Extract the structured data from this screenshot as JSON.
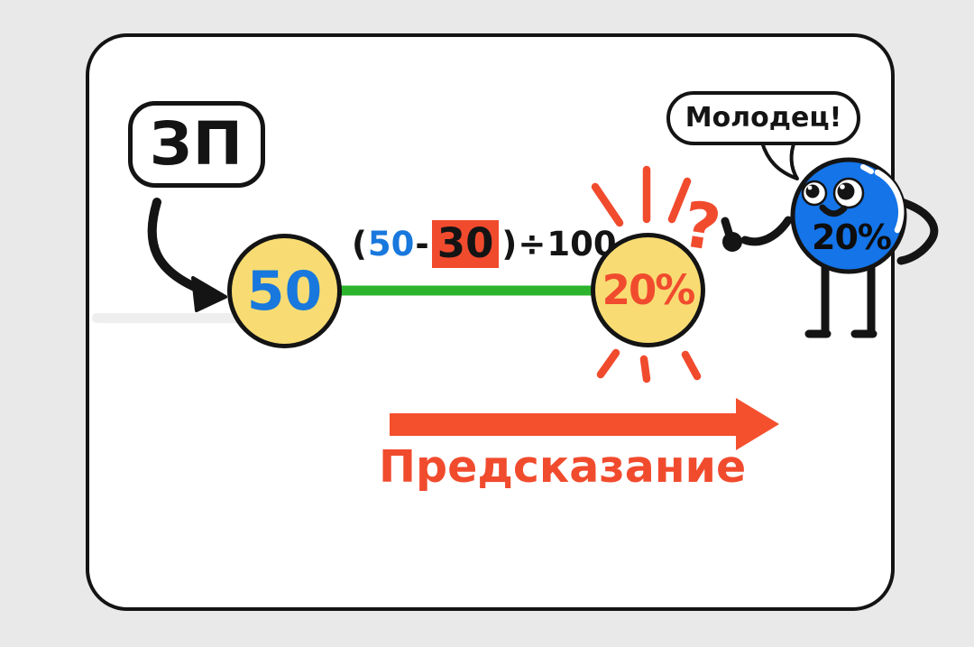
{
  "colors": {
    "background": "#e9e9ea",
    "card": "#ffffff",
    "outline": "#141414",
    "node_fill": "#f8dc73",
    "salary_blue": "#1878dd",
    "edge_green": "#2db42d",
    "accent_red": "#f14b2e",
    "mascot_blue": "#1474e8"
  },
  "salary_tag": {
    "label": "ЗП"
  },
  "nodes": {
    "input": {
      "value": "50"
    },
    "output": {
      "value": "20%"
    }
  },
  "formula": {
    "open_paren": "(",
    "minuend": "50",
    "minus_sign": "-",
    "subtrahend": "30",
    "close_paren": ")",
    "divide_sign": "÷",
    "divisor": "100"
  },
  "annotations": {
    "question_mark": "?",
    "prediction_label": "Предсказание"
  },
  "mascot": {
    "speech": "Молодец!",
    "body_label": "20%"
  },
  "icons": {
    "flow_arrow": "curved-arrow",
    "prediction_arrow": "right-arrow",
    "shine_rays": "radiating-strokes"
  }
}
